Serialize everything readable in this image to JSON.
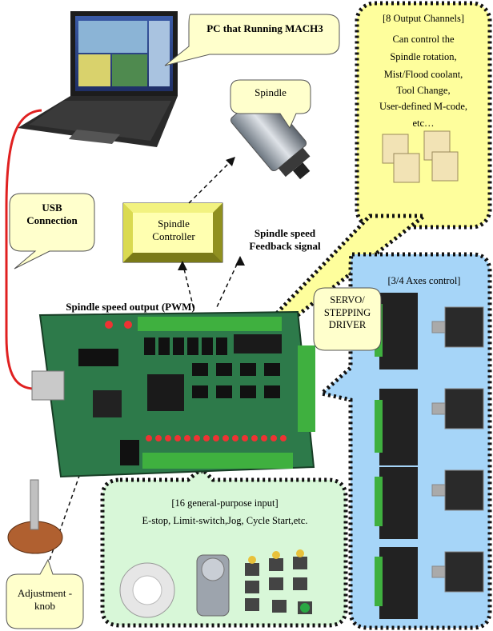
{
  "pc_label": "PC that Running MACH3",
  "spindle_label": "Spindle",
  "usb_label": "USB Connection",
  "spindle_controller_label": "Spindle Controller",
  "feedback_label": "Spindle speed Feedback signal",
  "pwm_label": "Spindle speed output (PWM)",
  "output_channels": {
    "title": "[8 Output Channels]",
    "lines": [
      "Can control the",
      "Spindle rotation,",
      "Mist/Flood coolant,",
      "Tool Change,",
      "User-defined M-code,",
      "etc…"
    ]
  },
  "axes": {
    "title": "[3/4 Axes control]",
    "driver_label": "SERVO/ STEPPING DRIVER"
  },
  "inputs": {
    "title": "[16 general-purpose input]",
    "subtitle": "E-stop, Limit-switch,Jog, Cycle Start,etc."
  },
  "knob_label": "Adjustment -knob",
  "colors": {
    "yellow_panel": "#fefe9c",
    "blue_panel": "#a6d5f8",
    "green_panel": "#d8f7d8",
    "callout": "#ffffcc",
    "pcb": "#2d7a4a",
    "terminal": "#3fb03f",
    "usb_cable": "#e02020"
  }
}
